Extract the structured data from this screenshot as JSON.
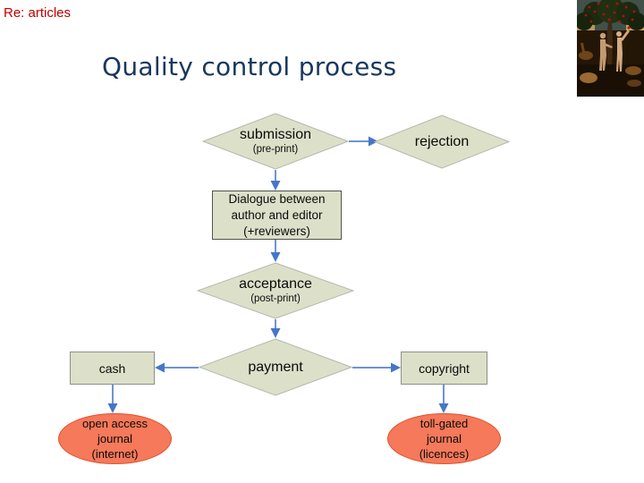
{
  "header": {
    "label": "Re: articles"
  },
  "title": "Quality control process",
  "colors": {
    "header_red": "#c00000",
    "title_navy": "#17375d",
    "shape_fill": "#dde0c9",
    "shape_border": "#b2b8ab",
    "rect_border": "#50544a",
    "side_rect_border": "#8b9086",
    "ellipse_fill": "#f5795a",
    "ellipse_border": "#e2512c",
    "arrow_line": "#7093d2",
    "arrow_head": "#4577c8"
  },
  "flowchart": {
    "submission": {
      "label": "submission",
      "sublabel": "(pre-print)"
    },
    "rejection": {
      "label": "rejection"
    },
    "dialogue": {
      "lines": [
        "Dialogue between",
        "author and editor",
        "(+reviewers)"
      ]
    },
    "acceptance": {
      "label": "acceptance",
      "sublabel": "(post-print)"
    },
    "payment": {
      "label": "payment"
    },
    "cash": {
      "label": "cash"
    },
    "copyright": {
      "label": "copyright"
    },
    "open_access": {
      "lines": [
        "open access",
        "journal",
        "(internet)"
      ]
    },
    "toll_gated": {
      "lines": [
        "toll-gated",
        "journal",
        "(licences)"
      ]
    }
  },
  "painting": {
    "icon": "adam-and-eve-painting"
  }
}
